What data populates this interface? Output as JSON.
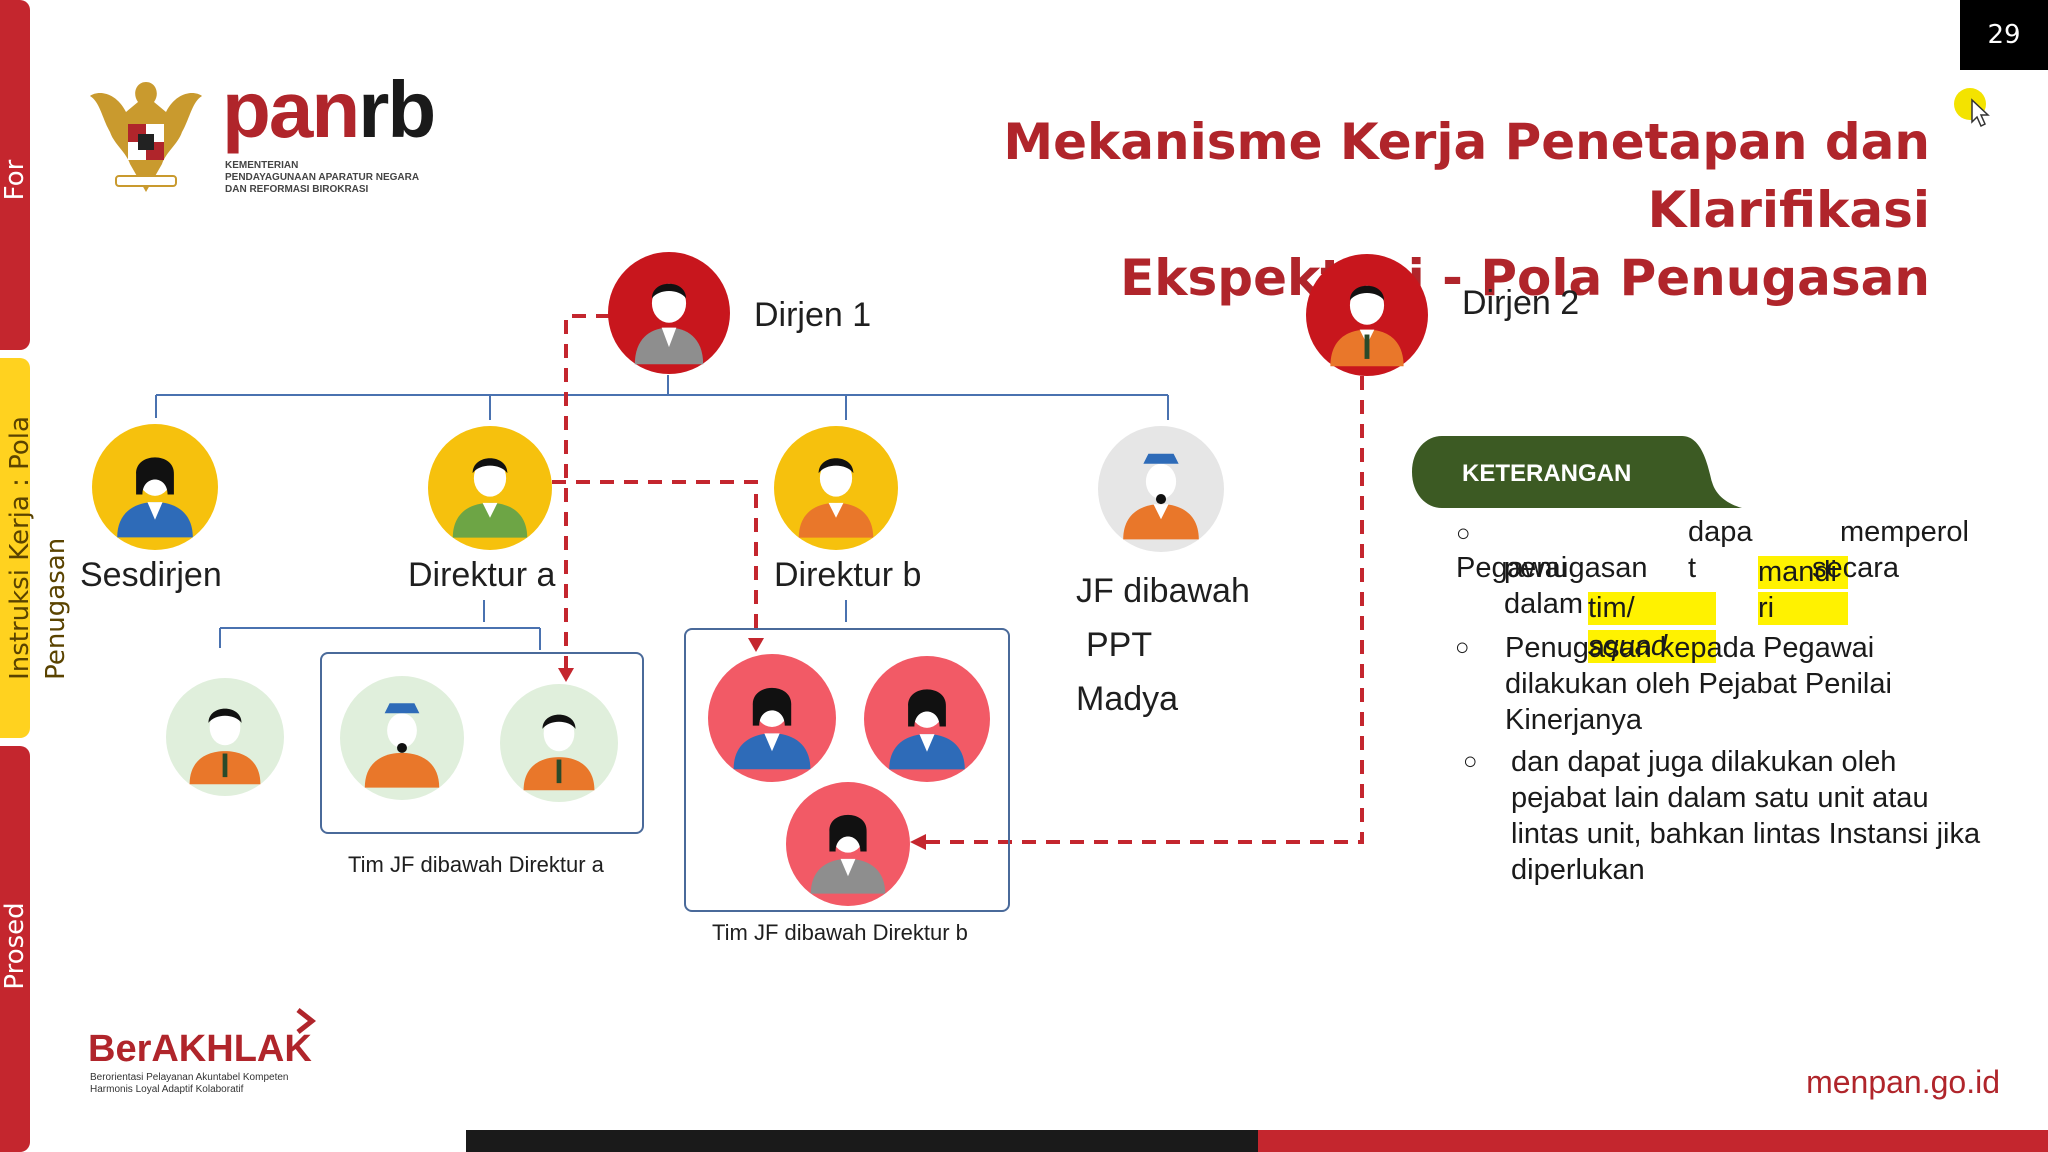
{
  "slide": {
    "page_number": "29",
    "title_line1": "Mekanisme Kerja Penetapan dan Klarifikasi",
    "title_line2": "Ekspektasi - Pola Penugasan"
  },
  "side_tabs": {
    "top": "For",
    "middle_line1": "Instruksi Kerja : Pola",
    "middle_line2": "Penugasan",
    "bottom": "Prosed"
  },
  "logo": {
    "word_left": "pan",
    "word_right": "rb",
    "subtitle_line1": "KEMENTERIAN",
    "subtitle_line2": "PENDAYAGUNAAN APARATUR NEGARA",
    "subtitle_line3": "DAN REFORMASI BIROKRASI"
  },
  "org": {
    "dirjen1": "Dirjen 1",
    "dirjen2": "Dirjen 2",
    "sesdirjen": "Sesdirjen",
    "direktur_a": "Direktur a",
    "direktur_b": "Direktur b",
    "jf_line1": "JF dibawah",
    "jf_line2": "PPT",
    "jf_line3": "Madya",
    "tim_a": "Tim JF dibawah Direktur a",
    "tim_b": "Tim JF dibawah Direktur b"
  },
  "keterangan": {
    "header": "KETERANGAN",
    "bullet": "○",
    "note1_words": [
      "dapa",
      "memperol"
    ],
    "note1_line2": [
      "Pegawai",
      "penugasan",
      "t",
      "mandi",
      "secara"
    ],
    "note1_line3": [
      "dalam",
      "tim/",
      "ri"
    ],
    "note1_line4": "squad",
    "note2": "Penugasan kepada Pegawai dilakukan  oleh Pejabat Penilai Kinerjanya",
    "note3": "dan dapat juga dilakukan oleh pejabat  lain dalam satu unit atau lintas unit,  bahkan lintas Instansi jika diperlukan"
  },
  "footer": {
    "brand": "BerAKHLAK",
    "brand_sub_line1": "Berorientasi Pelayanan Akuntabel Kompeten",
    "brand_sub_line2": "Harmonis Loyal Adaptif Kolaboratif",
    "website": "menpan.go.id"
  },
  "colors": {
    "brand_red": "#b0252b",
    "dark_green": "#3c5a23",
    "highlight": "#fff200",
    "avatar_yellow": "#f6c10d",
    "avatar_red": "#c8161d",
    "avatar_pink": "#f25a66",
    "avatar_mint": "#e0efdc",
    "avatar_grey": "#e6e6e6"
  }
}
